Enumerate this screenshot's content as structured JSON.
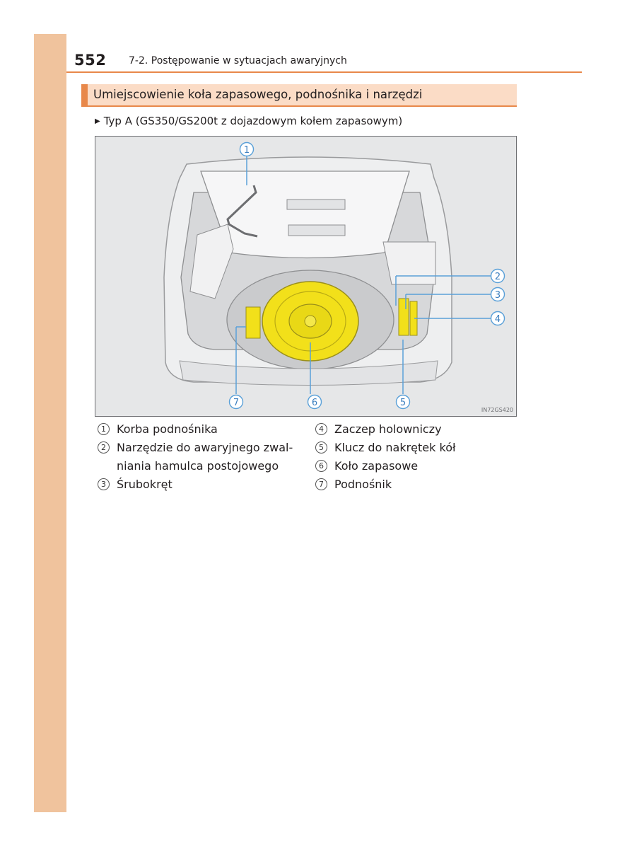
{
  "header": {
    "page_number": "552",
    "chapter": "7-2. Postępowanie w sytuacjach awaryjnych"
  },
  "section": {
    "title": "Umiejscowienie koła zapasowego, podnośnika i narzędzi"
  },
  "type_line": {
    "marker": "▶",
    "text": "Typ A (GS350/GS200t z dojazdowym kołem zapasowym)"
  },
  "figure": {
    "code": "IN72GS420",
    "callouts": [
      "1",
      "2",
      "3",
      "4",
      "5",
      "6",
      "7"
    ]
  },
  "legend": {
    "left": [
      {
        "num": "1",
        "lines": [
          "Korba podnośnika"
        ]
      },
      {
        "num": "2",
        "lines": [
          "Narzędzie do awaryjnego zwal-",
          "niania hamulca postojowego"
        ]
      },
      {
        "num": "3",
        "lines": [
          "Śrubokręt"
        ]
      }
    ],
    "right": [
      {
        "num": "4",
        "lines": [
          "Zaczep holowniczy"
        ]
      },
      {
        "num": "5",
        "lines": [
          "Klucz do nakrętek kół"
        ]
      },
      {
        "num": "6",
        "lines": [
          "Koło zapasowe"
        ]
      },
      {
        "num": "7",
        "lines": [
          "Podnośnik"
        ]
      }
    ]
  },
  "colors": {
    "accent": "#e8884a",
    "side_tab": "#f0c39d",
    "title_band": "#fbdcc6",
    "callout_line": "#5aa0d8",
    "spare_tire": "#f2e01a"
  }
}
